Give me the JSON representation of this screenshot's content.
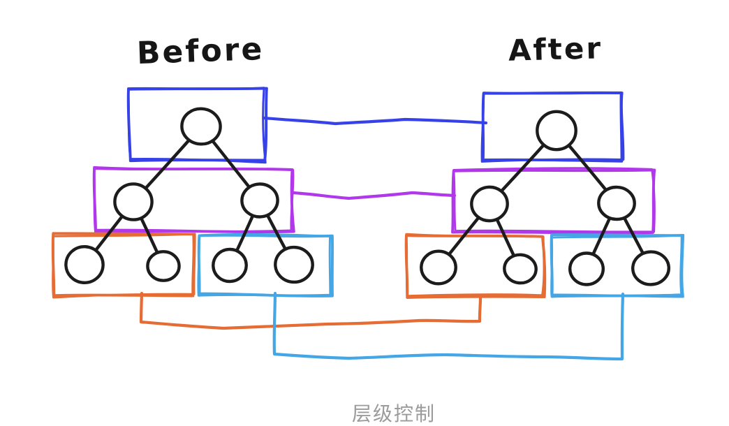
{
  "page": {
    "background": "#ffffff",
    "caption": "层级控制",
    "caption_color": "#9b9b9b"
  },
  "titles": {
    "before": "Before",
    "after": "After"
  },
  "colors": {
    "ink": "#161616",
    "node": "#1c1c1c",
    "node_fill": "#ffffff",
    "level1": "#3642e8",
    "level2": "#b138ea",
    "level3_left": "#e66c35",
    "level3_right": "#45a6e6"
  },
  "diagram": {
    "trees": [
      {
        "label": "Before",
        "groups": [
          {
            "name": "level-1",
            "color_key": "level1",
            "node_count": 1
          },
          {
            "name": "level-2",
            "color_key": "level2",
            "node_count": 2
          },
          {
            "name": "level-3-left",
            "color_key": "level3_left",
            "node_count": 2
          },
          {
            "name": "level-3-right",
            "color_key": "level3_right",
            "node_count": 2
          }
        ]
      },
      {
        "label": "After",
        "groups": [
          {
            "name": "level-1",
            "color_key": "level1",
            "node_count": 1
          },
          {
            "name": "level-2",
            "color_key": "level2",
            "node_count": 2
          },
          {
            "name": "level-3-left",
            "color_key": "level3_left",
            "node_count": 2
          },
          {
            "name": "level-3-right",
            "color_key": "level3_right",
            "node_count": 2
          }
        ]
      }
    ],
    "links": [
      {
        "from": "before-level-1",
        "to": "after-level-1",
        "color_key": "level1"
      },
      {
        "from": "before-level-2",
        "to": "after-level-2",
        "color_key": "level2"
      },
      {
        "from": "before-level-3-left",
        "to": "after-level-3-left",
        "color_key": "level3_left"
      },
      {
        "from": "before-level-3-right",
        "to": "after-level-3-right",
        "color_key": "level3_right"
      }
    ]
  }
}
